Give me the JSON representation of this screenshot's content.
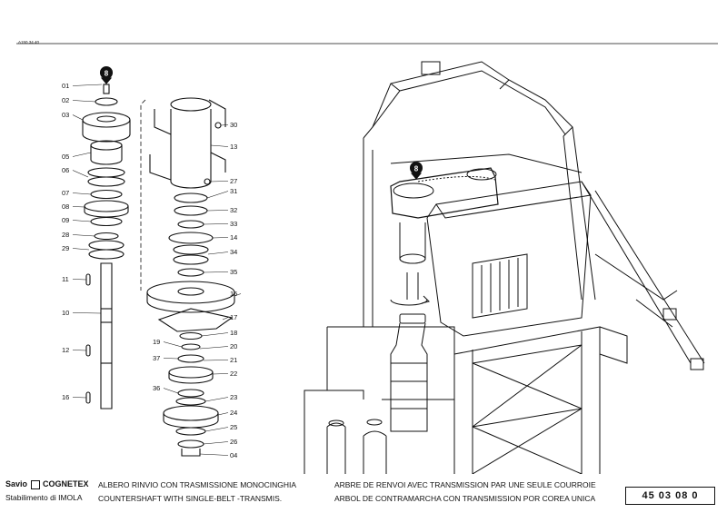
{
  "sheet_code": "A150.34.40",
  "detail_marker": "8",
  "left_part_numbers": [
    "01",
    "02",
    "03",
    "05",
    "06",
    "07",
    "08",
    "09",
    "28",
    "29",
    "11",
    "10",
    "12",
    "16"
  ],
  "center_part_numbers": [
    "30",
    "13",
    "27",
    "31",
    "32",
    "33",
    "14",
    "34",
    "35",
    "15",
    "17",
    "18",
    "19",
    "20",
    "37",
    "21",
    "22",
    "36",
    "23",
    "24",
    "25",
    "26",
    "04"
  ],
  "footer": {
    "brand_prefix": "Savio",
    "brand_name": "COGNETEX",
    "plant": "Stabilimento di IMOLA",
    "title_it_a": "ALBERO RINVIO CON TRASMISSIONE",
    "title_it_b": "MONOCINGHIA",
    "title_en_a": "COUNTERSHAFT WITH",
    "title_en_b": "SINGLE-BELT -TRANSMIS.",
    "title_fr_a": "ARBRE DE RENVOI AVEC TRANSMISSION PAR",
    "title_fr_b": "UNE SEULE COURROIE",
    "title_es_a": "ARBOL DE CONTRAMARCHA CON TRANSMISSION POR",
    "title_es_b": "COREA UNICA",
    "drawing_number": "45 03 08 0"
  }
}
